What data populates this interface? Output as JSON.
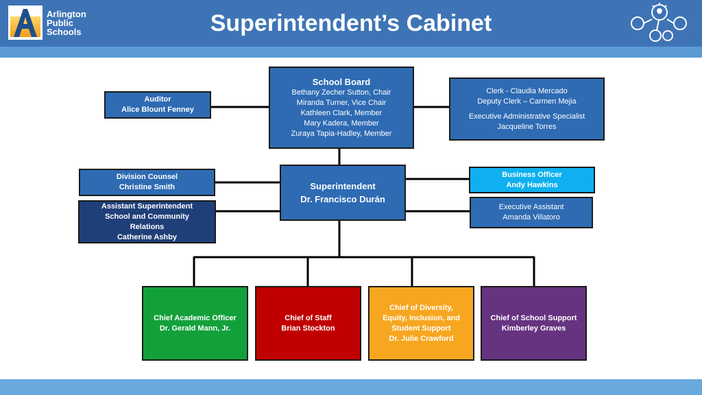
{
  "header": {
    "title": "Superintendent’s Cabinet",
    "logo_lines": [
      "Arlington",
      "Public",
      "Schools"
    ],
    "logo_letter": "A"
  },
  "org": {
    "school_board": {
      "title": "School Board",
      "members": [
        "Bethany Zecher Sutton, Chair",
        "Miranda Turner,  Vice Chair",
        "Kathleen Clark, Member",
        "Mary Kadera, Member",
        "Zuraya Tapia-Hadley, Member"
      ]
    },
    "auditor": {
      "title": "Auditor",
      "name": "Alice Blount Fenney"
    },
    "clerk": {
      "lines": [
        "Clerk - Claudia Mercado",
        "Deputy Clerk – Carmen Mejia"
      ],
      "specialist_title": "Executive Administrative Specialist",
      "specialist_name": "Jacqueline Torres"
    },
    "superintendent": {
      "title": "Superintendent",
      "name": "Dr. Francisco Durán"
    },
    "division_counsel": {
      "title": "Division Counsel",
      "name": "Christine Smith"
    },
    "assistant_superintendent": {
      "lines": [
        "Assistant Superintendent",
        "School and Community",
        "Relations"
      ],
      "name": "Catherine Ashby"
    },
    "business_officer": {
      "title": "Business Officer",
      "name": "Andy Hawkins"
    },
    "executive_assistant": {
      "title": "Executive Assistant",
      "name": "Amanda Villatoro"
    },
    "chiefs": [
      {
        "lines": [
          "Chief Academic Officer",
          "Dr. Gerald Mann, Jr."
        ],
        "color": "#13a03a"
      },
      {
        "lines": [
          "Chief of Staff",
          "Brian Stockton"
        ],
        "color": "#c00000"
      },
      {
        "lines": [
          "Chief of Diversity,",
          "Equity, Inclusion, and",
          "Student Support",
          "Dr. Julie Crawford"
        ],
        "color": "#f7a620"
      },
      {
        "lines": [
          "Chief of School Support",
          "Kimberley Graves"
        ],
        "color": "#663380"
      }
    ]
  }
}
